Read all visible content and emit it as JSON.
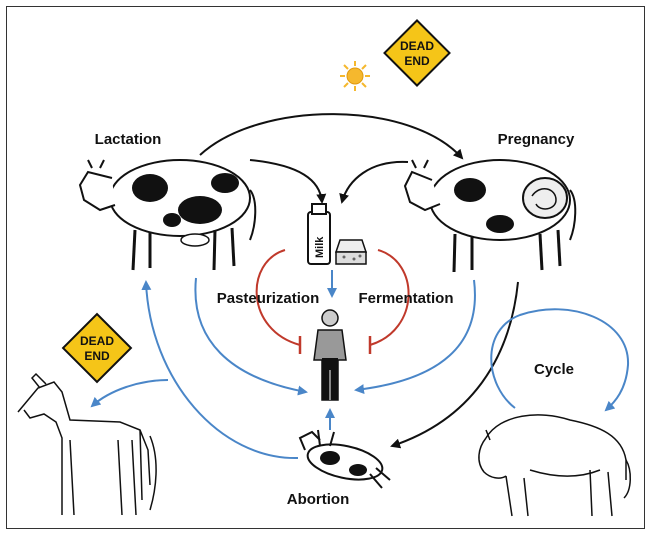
{
  "labels": {
    "lactation": "Lactation",
    "pregnancy": "Pregnancy",
    "pasteurization": "Pasteurization",
    "fermentation": "Fermentation",
    "cycle": "Cycle",
    "abortion": "Abortion",
    "milk": "Milk"
  },
  "signs": {
    "top": {
      "line1": "DEAD",
      "line2": "END"
    },
    "left": {
      "line1": "DEAD",
      "line2": "END"
    }
  },
  "colors": {
    "blue_arrow": "#4a86c8",
    "red_inhibit": "#c0392b",
    "black_arrow": "#111111",
    "sign_yellow": "#f5c518",
    "sun": "#f5b82e"
  },
  "icons": [
    "sun-icon",
    "milk-bottle-icon",
    "cheese-icon",
    "person-icon",
    "cow-icon",
    "horse-icon",
    "bison-icon",
    "calf-icon"
  ]
}
